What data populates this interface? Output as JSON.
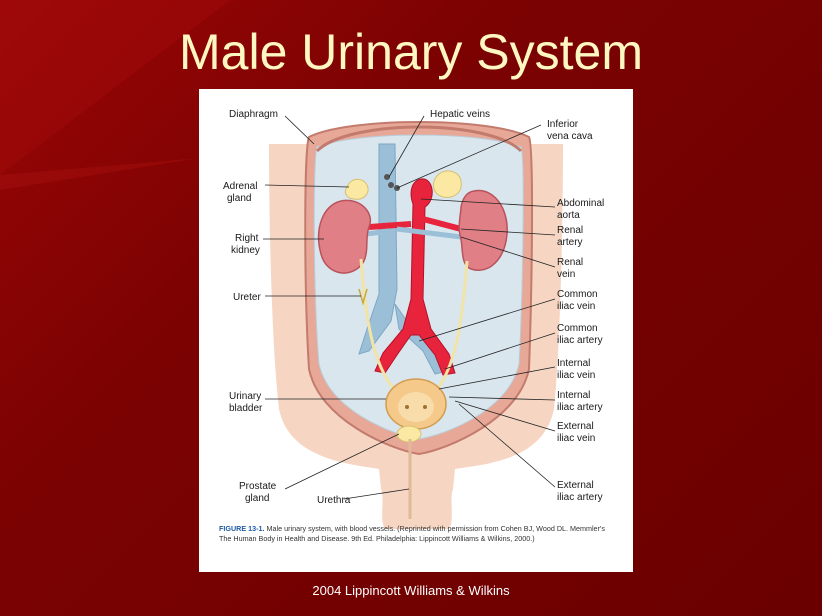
{
  "slide": {
    "title": "Male Urinary System",
    "footer": "2004 Lippincott Williams & Wilkins"
  },
  "figure": {
    "caption_number": "FIGURE 13-1.",
    "caption_text": "Male urinary system, with blood vessels. (Reprinted with permission from Cohen BJ, Wood DL. Memmler's The Human Body in Health and Disease. 9th Ed. Philadelphia: Lippincott Williams & Wilkins, 2000.)",
    "labels": {
      "diaphragm": "Diaphragm",
      "hepatic_veins": "Hepatic veins",
      "ivc_1": "Inferior",
      "ivc_2": "vena cava",
      "adrenal_1": "Adrenal",
      "adrenal_2": "gland",
      "abd_aorta_1": "Abdominal",
      "abd_aorta_2": "aorta",
      "right_kidney_1": "Right",
      "right_kidney_2": "kidney",
      "renal_artery_1": "Renal",
      "renal_artery_2": "artery",
      "renal_vein_1": "Renal",
      "renal_vein_2": "vein",
      "ureter": "Ureter",
      "common_iliac_vein_1": "Common",
      "common_iliac_vein_2": "iliac vein",
      "common_iliac_artery_1": "Common",
      "common_iliac_artery_2": "iliac artery",
      "internal_iliac_vein_1": "Internal",
      "internal_iliac_vein_2": "iliac vein",
      "internal_iliac_artery_1": "Internal",
      "internal_iliac_artery_2": "iliac artery",
      "urinary_bladder_1": "Urinary",
      "urinary_bladder_2": "bladder",
      "external_iliac_vein_1": "External",
      "external_iliac_vein_2": "iliac vein",
      "external_iliac_artery_1": "External",
      "external_iliac_artery_2": "iliac artery",
      "prostate_1": "Prostate",
      "prostate_2": "gland",
      "urethra": "Urethra"
    },
    "colors": {
      "background": "#8a0303",
      "title_text": "#fff7c2",
      "skin": "#f6d6c3",
      "body_wall": "#e8a898",
      "cavity": "#d9e6ee",
      "kidney": "#e07f86",
      "artery": "#e8243c",
      "vein": "#9cbfd8",
      "adrenal": "#fbe9a3",
      "bladder": "#f4c98a",
      "caption_number": "#1c5aa3"
    }
  }
}
